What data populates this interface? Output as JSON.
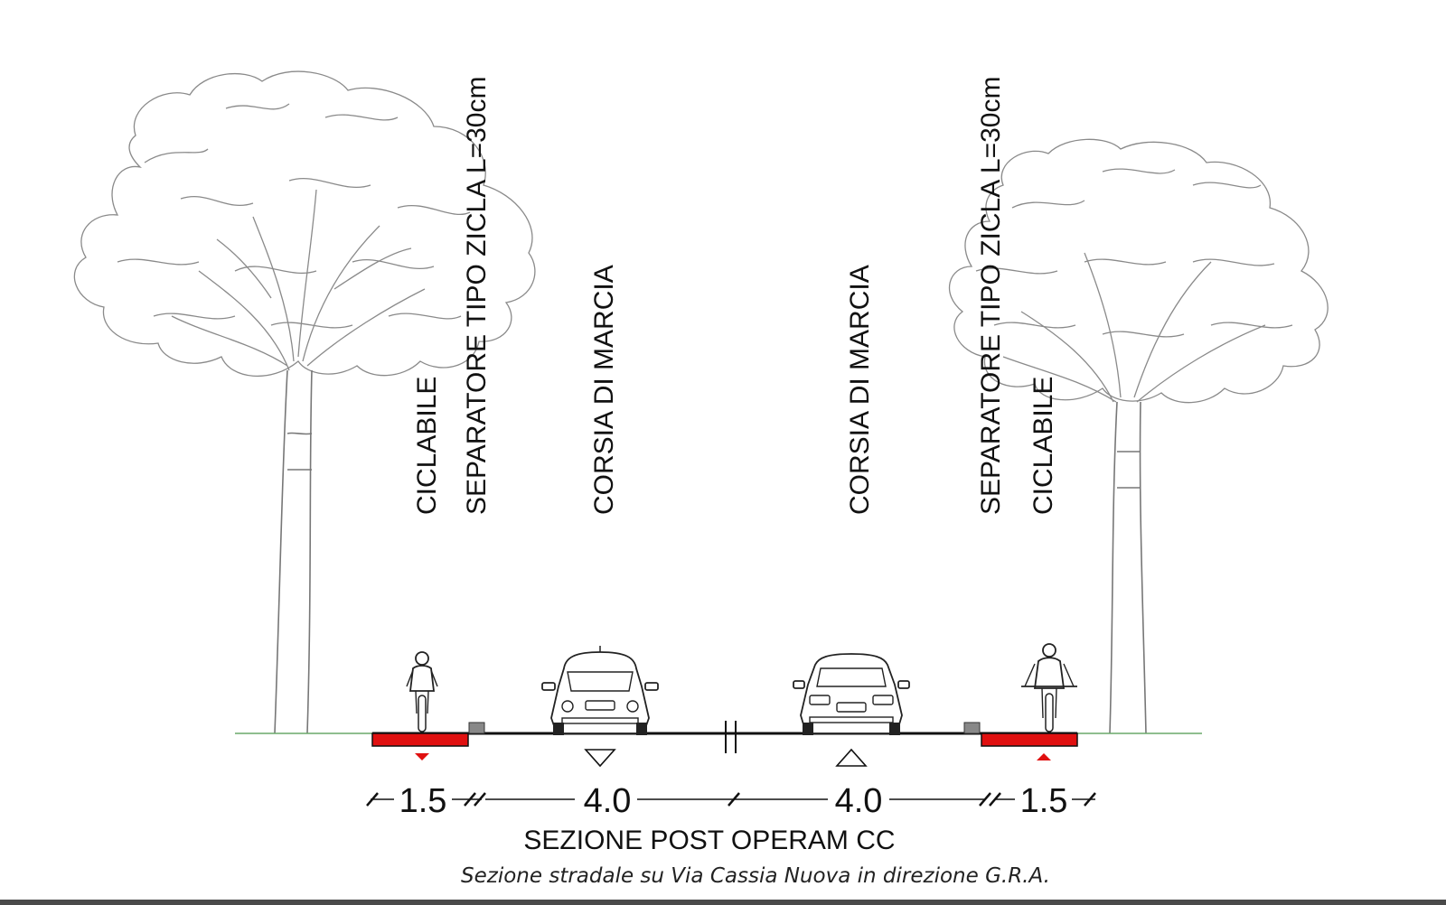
{
  "labels": {
    "left_bike": "CICLABILE",
    "left_separator": "SEPARATORE TIPO ZICLA L=30cm",
    "left_lane": "CORSIA DI MARCIA",
    "right_lane": "CORSIA DI MARCIA",
    "right_separator": "SEPARATORE TIPO ZICLA L=30cm",
    "right_bike": "CICLABILE"
  },
  "dimensions": {
    "left_bike_width": "1.5",
    "left_lane_width": "4.0",
    "right_lane_width": "4.0",
    "right_bike_width": "1.5"
  },
  "title": "SEZIONE POST OPERAM CC",
  "subtitle": "Sezione stradale su Via Cassia Nuova in direzione G.R.A.",
  "colors": {
    "bike_lane": "#e01010",
    "ground": "#6aa86a",
    "road": "#111111",
    "footer_bar": "#4a4a4a"
  },
  "icons": [
    "tree-icon",
    "cyclist-icon",
    "car-front-icon",
    "car-rear-icon",
    "separator-curb-icon"
  ]
}
